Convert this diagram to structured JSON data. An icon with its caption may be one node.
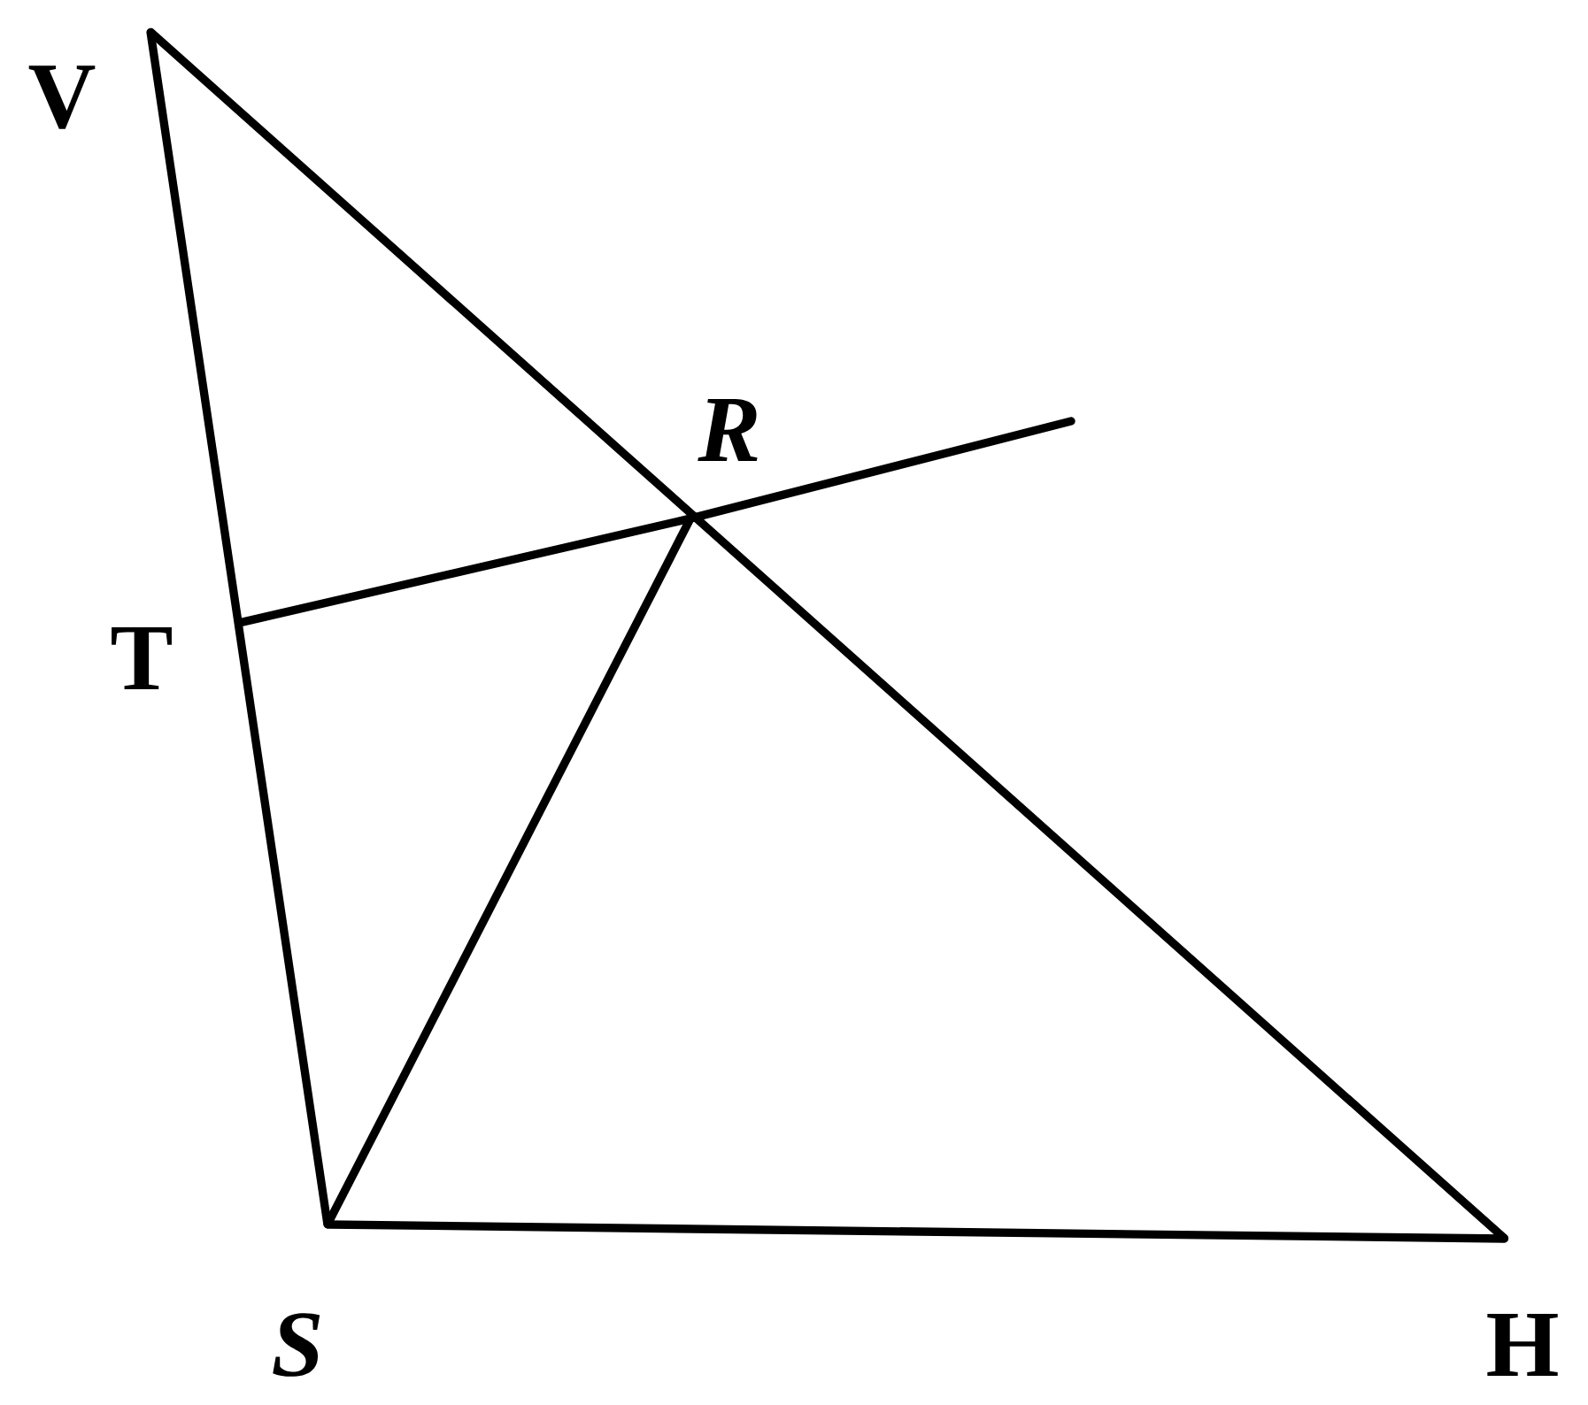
{
  "diagram": {
    "nodes": [
      {
        "text": [
          "V"
        ]
      },
      {
        "text": [
          "T"
        ]
      },
      {
        "text": [
          "R"
        ]
      },
      {
        "text": [
          "S"
        ]
      },
      {
        "text": [
          "H"
        ]
      }
    ],
    "edges": [
      {
        "from": 0,
        "to": 3,
        "arrow": "none"
      },
      {
        "from": 0,
        "to": 4,
        "arrow": "none"
      },
      {
        "from": 3,
        "to": 4,
        "arrow": "none"
      },
      {
        "from": 3,
        "to": 2,
        "arrow": "none"
      },
      {
        "from": 1,
        "to": 2,
        "arrow": "none"
      },
      {
        "from": 2,
        "to": null,
        "arrow": "none"
      }
    ]
  }
}
